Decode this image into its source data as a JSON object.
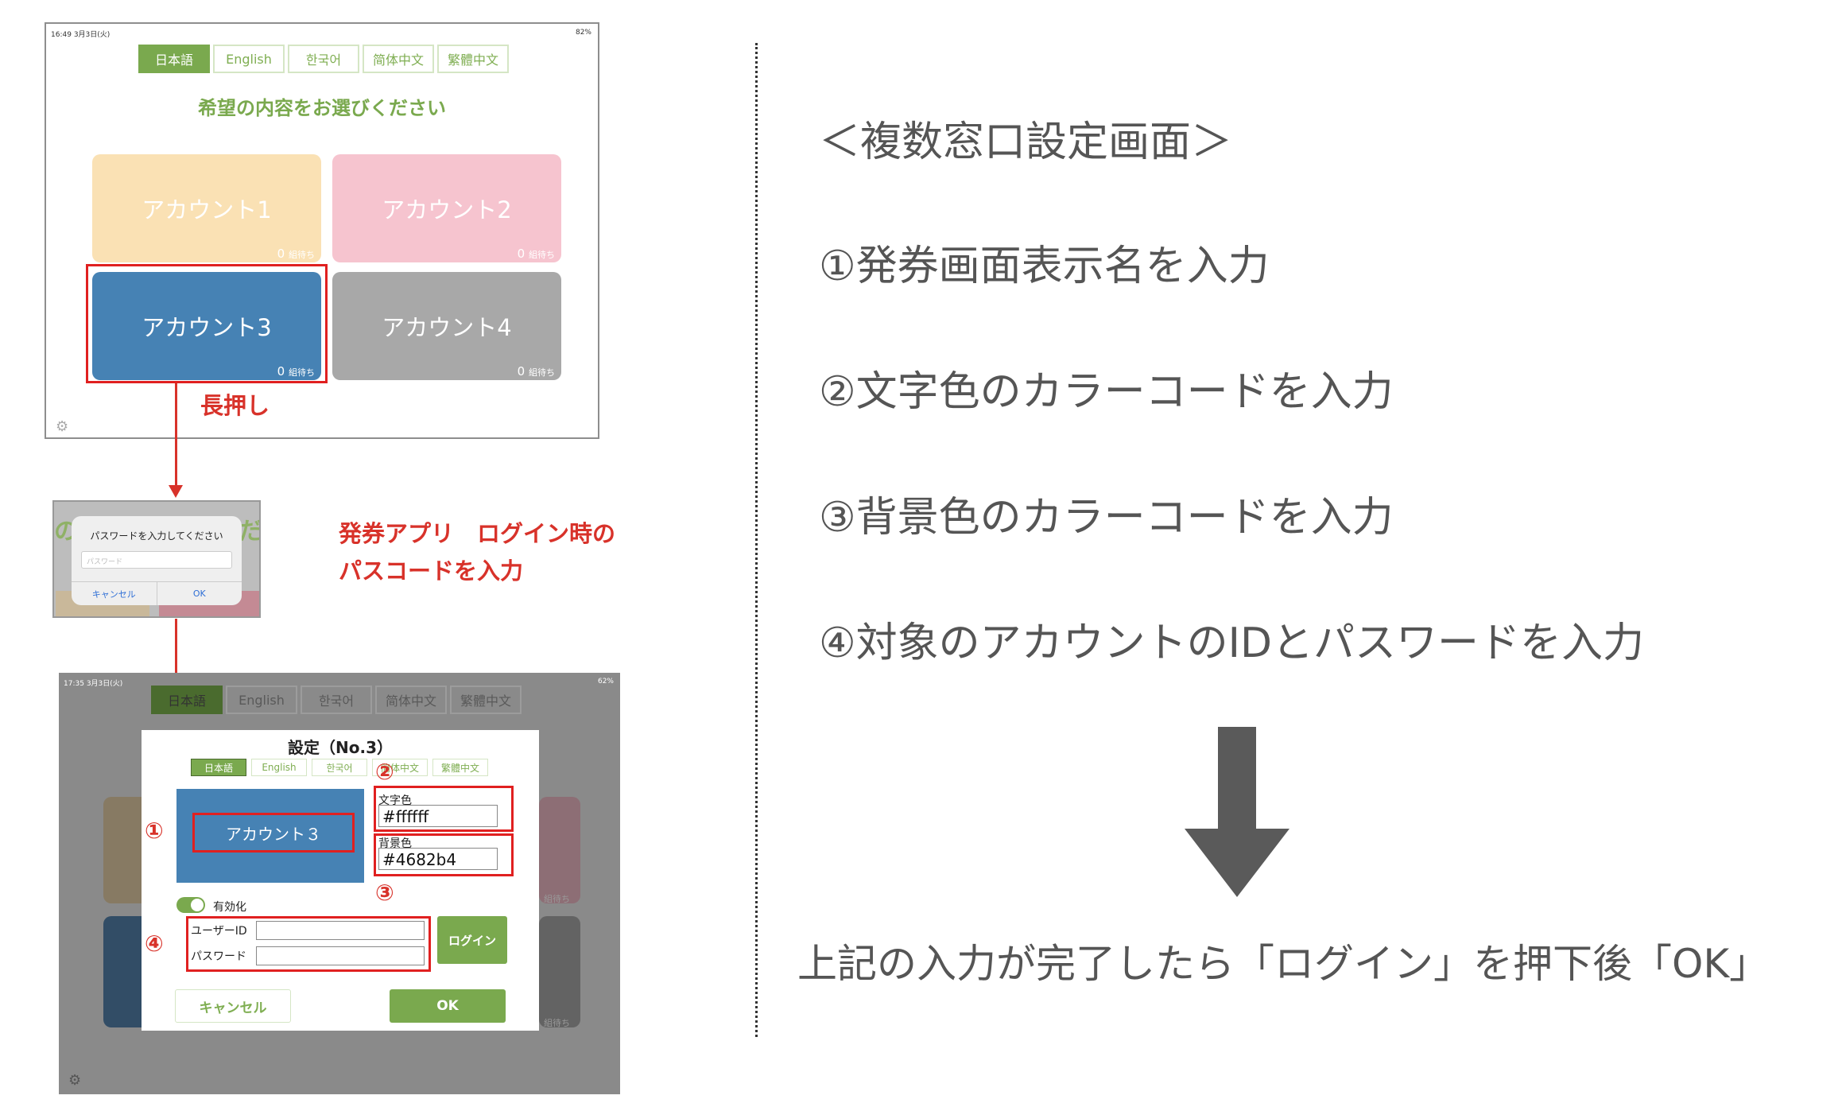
{
  "screen1": {
    "status_time": "16:49",
    "status_date": "3月3日(火)",
    "status_battery": "82%",
    "languages": [
      "日本語",
      "English",
      "한국어",
      "简体中文",
      "繁體中文"
    ],
    "active_language": "日本語",
    "heading": "希望の内容をお選びください",
    "tiles": [
      {
        "label": "アカウント1",
        "count": "0",
        "count_suffix": "組待ち",
        "color": "#fae1b4"
      },
      {
        "label": "アカウント2",
        "count": "0",
        "count_suffix": "組待ち",
        "color": "#f6c4cf"
      },
      {
        "label": "アカウント3",
        "count": "0",
        "count_suffix": "組待ち",
        "color": "#4682b4"
      },
      {
        "label": "アカウント4",
        "count": "0",
        "count_suffix": "組待ち",
        "color": "#a8a8a8"
      }
    ]
  },
  "annotations": {
    "long_press": "長押し",
    "passcode_line1": "発券アプリ　ログイン時の",
    "passcode_line2": "パスコードを入力"
  },
  "screen2": {
    "background_text_left": "の",
    "background_text_right": "だ",
    "dialog_title": "パスワードを入力してください",
    "password_placeholder": "パスワード",
    "cancel_label": "キャンセル",
    "ok_label": "OK"
  },
  "screen3": {
    "status_time": "17:35",
    "status_date": "3月3日(火)",
    "status_battery": "62%",
    "languages": [
      "日本語",
      "English",
      "한국어",
      "简体中文",
      "繁體中文"
    ],
    "background_wait": "組待ち",
    "settings": {
      "title": "設定（No.3）",
      "languages": [
        "日本語",
        "English",
        "한국어",
        "简体中文",
        "繁體中文"
      ],
      "preview_label": "アカウント３",
      "text_color_label": "文字色",
      "text_color_value": "#ffffff",
      "bg_color_label": "背景色",
      "bg_color_value": "#4682b4",
      "enable_label": "有効化",
      "user_id_label": "ユーザーID",
      "password_label": "パスワード",
      "login_label": "ログイン",
      "cancel_label": "キャンセル",
      "ok_label": "OK"
    },
    "markers": [
      "①",
      "②",
      "③",
      "④"
    ]
  },
  "right_panel": {
    "title": "＜複数窓口設定画面＞",
    "step1": "①発券画面表示名を入力",
    "step2": "②文字色のカラーコードを入力",
    "step3": "③背景色のカラーコードを入力",
    "step4": "④対象のアカウントのIDとパスワードを入力",
    "footer": "上記の入力が完了したら「ログイン」を押下後「OK」"
  },
  "colors": {
    "accent_green": "#7aa94e",
    "annotation_red": "#d8322a",
    "arrow_gray": "#5a5a5a"
  }
}
